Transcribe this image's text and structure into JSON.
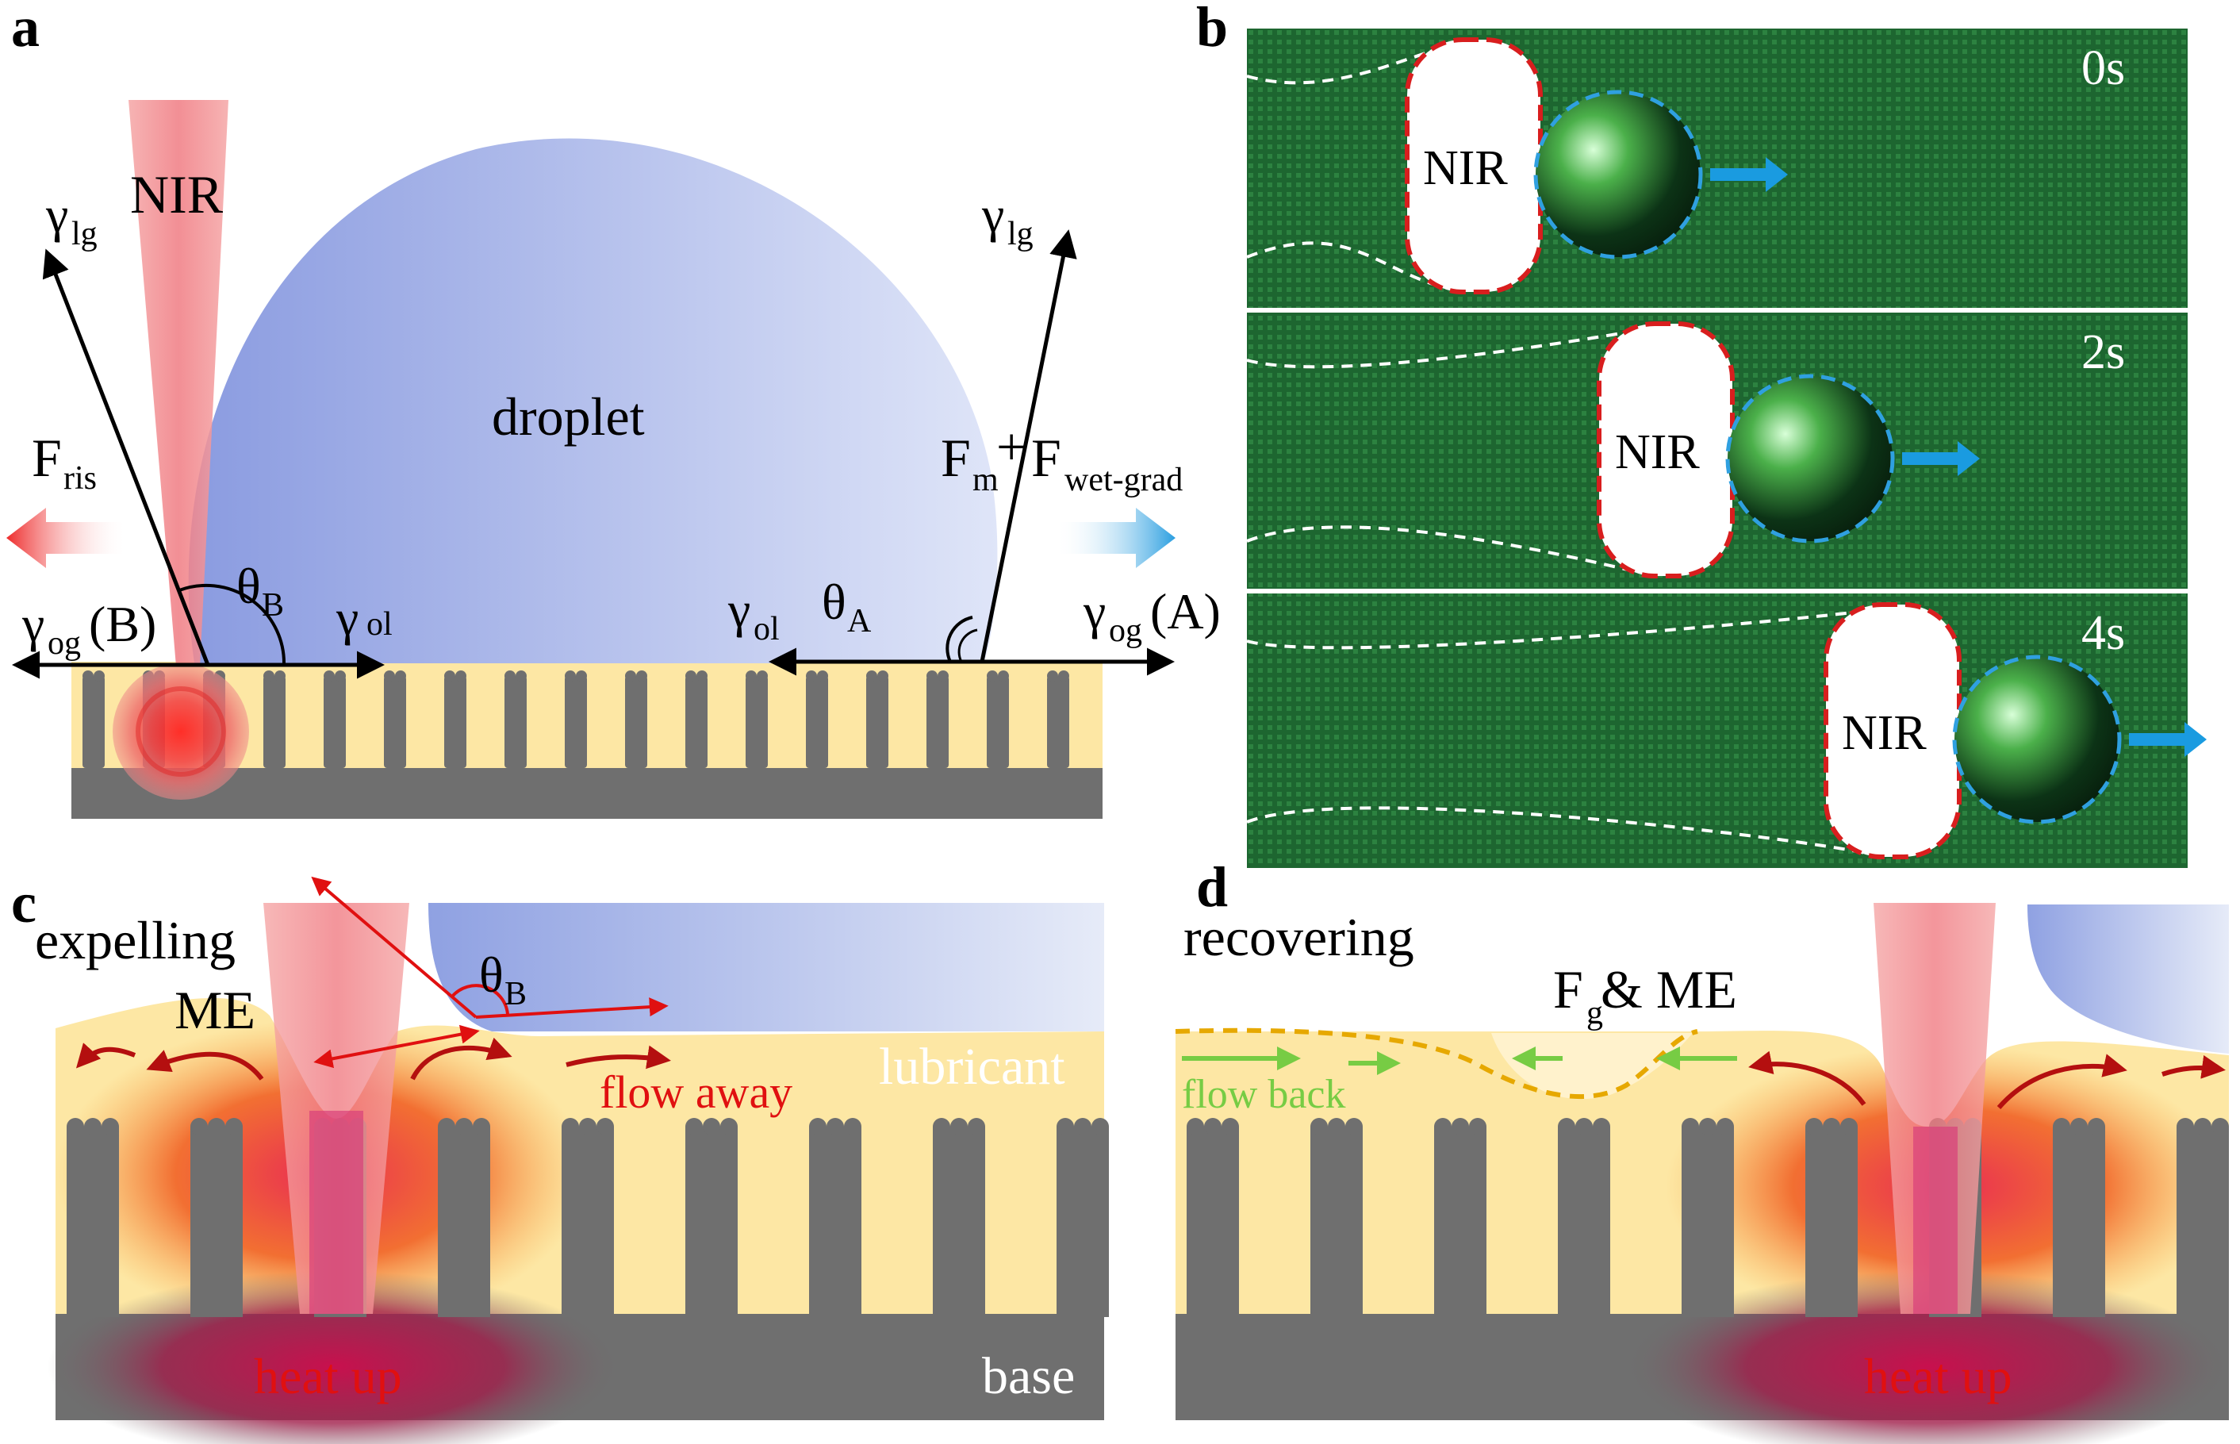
{
  "panels": {
    "a": {
      "letter": "a",
      "laser": "NIR",
      "droplet": "droplet",
      "force_left": {
        "main": "F",
        "sub": "ris"
      },
      "force_right": {
        "m": "F",
        "m_sub": "m",
        "plus": "+",
        "f2": "F",
        "f2_sub": "wet-grad"
      },
      "gamma": "γ",
      "sub_lg": "lg",
      "sub_og": "og",
      "sub_ol": "ol",
      "theta": "θ",
      "theta_b": "B",
      "theta_a": "A",
      "point_b": "(B)",
      "point_a": "(A)"
    },
    "b": {
      "letter": "b",
      "frames": [
        {
          "time": "0s",
          "label": "NIR"
        },
        {
          "time": "2s",
          "label": "NIR"
        },
        {
          "time": "4s",
          "label": "NIR"
        }
      ]
    },
    "c": {
      "letter": "c",
      "title": "expelling",
      "me": "ME",
      "theta": "θ",
      "theta_sub": "B",
      "flow": "flow away",
      "lubricant": "lubricant",
      "heat": "heat up",
      "base": "base"
    },
    "d": {
      "letter": "d",
      "title": "recovering",
      "force": "F",
      "force_sub": "g",
      "force_rest": " & ME",
      "flow": "flow back",
      "heat": "heat up"
    }
  },
  "colors": {
    "droplet": "#8e9fe0",
    "lubricant": "#fde7a4",
    "substrate": "#6f6f6f",
    "laser": "#f08a8e",
    "heat": "#e8243a",
    "video_bg": "#1f6a32",
    "ring_red": "#d81e1e",
    "ring_blue": "#2fa0e0",
    "arrow_blue": "#1a9be0",
    "flow_red": "#cc1111",
    "flow_green": "#77cc44",
    "dashed_yellow": "#e6a800"
  }
}
